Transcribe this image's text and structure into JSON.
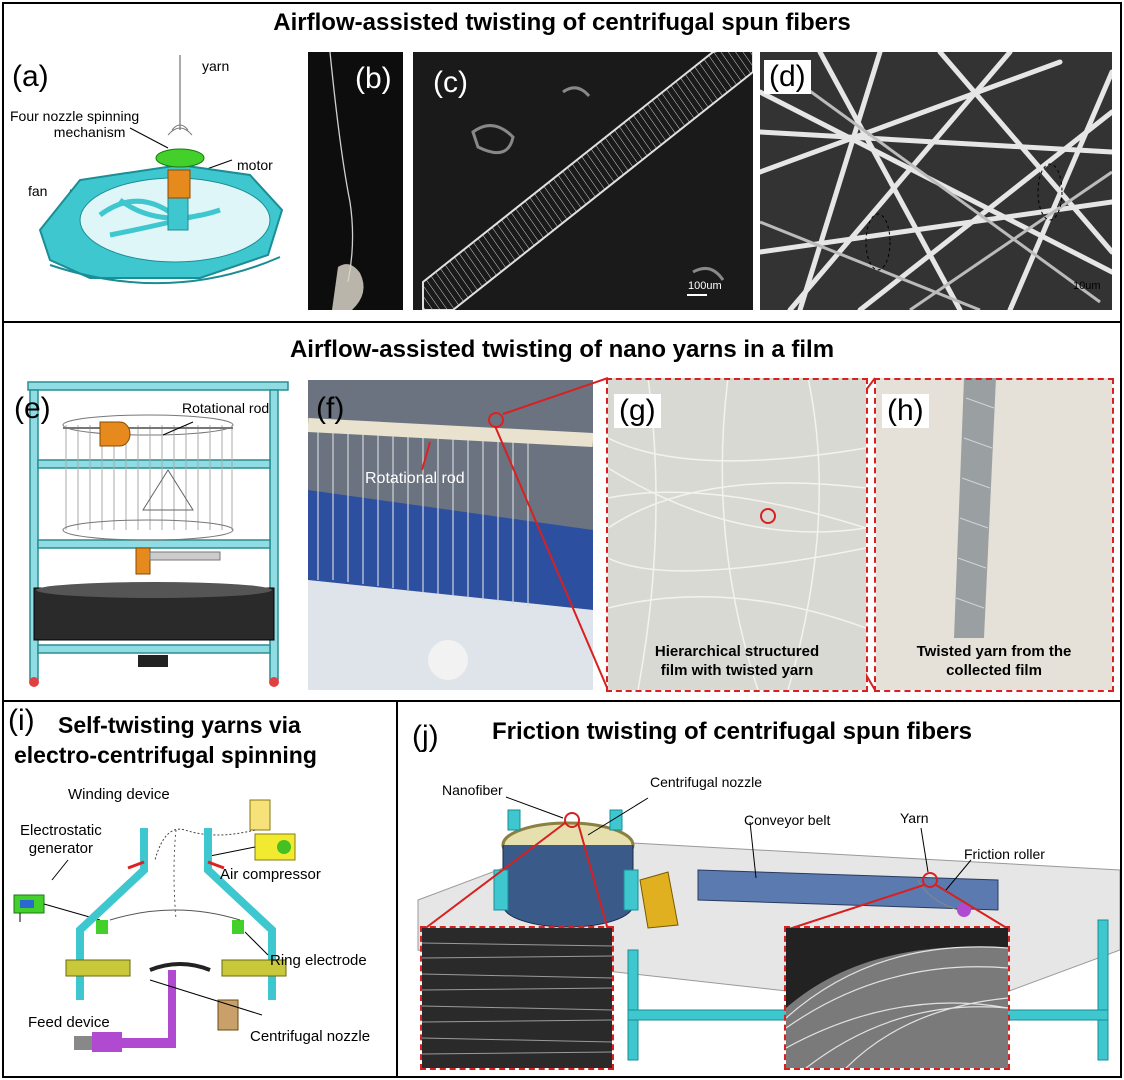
{
  "colors": {
    "cyan": "#3ec7cf",
    "orange": "#e68a1e",
    "red": "#d82020",
    "green": "#44d02a",
    "purple": "#b04ad0",
    "gold": "#e0b020"
  },
  "sections": {
    "top_title": "Airflow-assisted twisting of centrifugal spun fibers",
    "middle_title": "Airflow-assisted twisting of nano yarns in a film",
    "bottom_left_title_1": "Self-twisting yarns via",
    "bottom_left_title_2": "electro-centrifugal spinning",
    "bottom_right_title": "Friction twisting of centrifugal spun fibers"
  },
  "panel_labels": {
    "a": "(a)",
    "b": "(b)",
    "c": "(c)",
    "d": "(d)",
    "e": "(e)",
    "f": "(f)",
    "g": "(g)",
    "h": "(h)",
    "i": "(i)",
    "j": "(j)"
  },
  "panel_a": {
    "yarn": "yarn",
    "mechanism_1": "Four nozzle spinning",
    "mechanism_2": "mechanism",
    "motor": "motor",
    "fan": "fan"
  },
  "panel_c": {
    "scale": "100um"
  },
  "panel_d": {
    "scale": "10um"
  },
  "panel_e": {
    "rod": "Rotational rod"
  },
  "panel_f": {
    "rod": "Rotational rod"
  },
  "panel_g": {
    "caption_1": "Hierarchical structured",
    "caption_2": "film with twisted yarn"
  },
  "panel_h": {
    "caption_1": "Twisted yarn from the",
    "caption_2": "collected film"
  },
  "panel_i": {
    "winding": "Winding device",
    "electrostatic_1": "Electrostatic",
    "electrostatic_2": "generator",
    "air": "Air compressor",
    "ring": "Ring electrode",
    "feed": "Feed device",
    "nozzle": "Centrifugal nozzle"
  },
  "panel_j": {
    "nanofiber": "Nanofiber",
    "nozzle": "Centrifugal nozzle",
    "belt": "Conveyor belt",
    "yarn": "Yarn",
    "roller": "Friction roller"
  }
}
